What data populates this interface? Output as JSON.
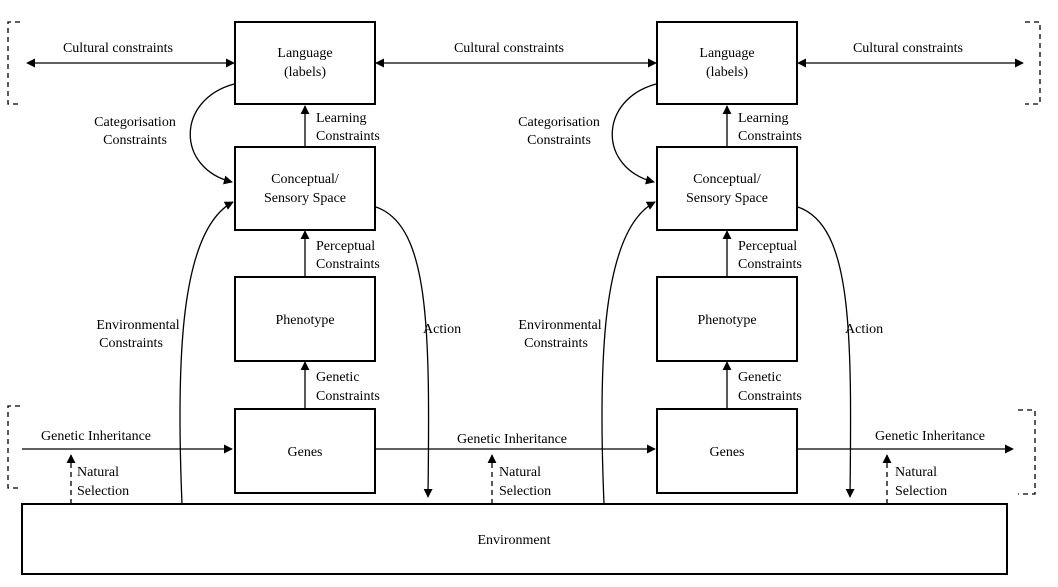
{
  "boxes": {
    "language_l1": "Language",
    "language_l2": "(labels)",
    "conceptual_l1": "Conceptual/",
    "conceptual_l2": "Sensory Space",
    "phenotype": "Phenotype",
    "genes": "Genes",
    "environment": "Environment"
  },
  "labels": {
    "cultural_constraints": "Cultural constraints",
    "categorisation_l1": "Categorisation",
    "categorisation_l2": "Constraints",
    "learning_l1": "Learning",
    "learning_l2": "Constraints",
    "perceptual_l1": "Perceptual",
    "perceptual_l2": "Constraints",
    "genetic_l1": "Genetic",
    "genetic_l2": "Constraints",
    "environmental_l1": "Environmental",
    "environmental_l2": "Constraints",
    "action": "Action",
    "genetic_inheritance": "Genetic Inheritance",
    "natural_l1": "Natural",
    "natural_l2": "Selection"
  }
}
